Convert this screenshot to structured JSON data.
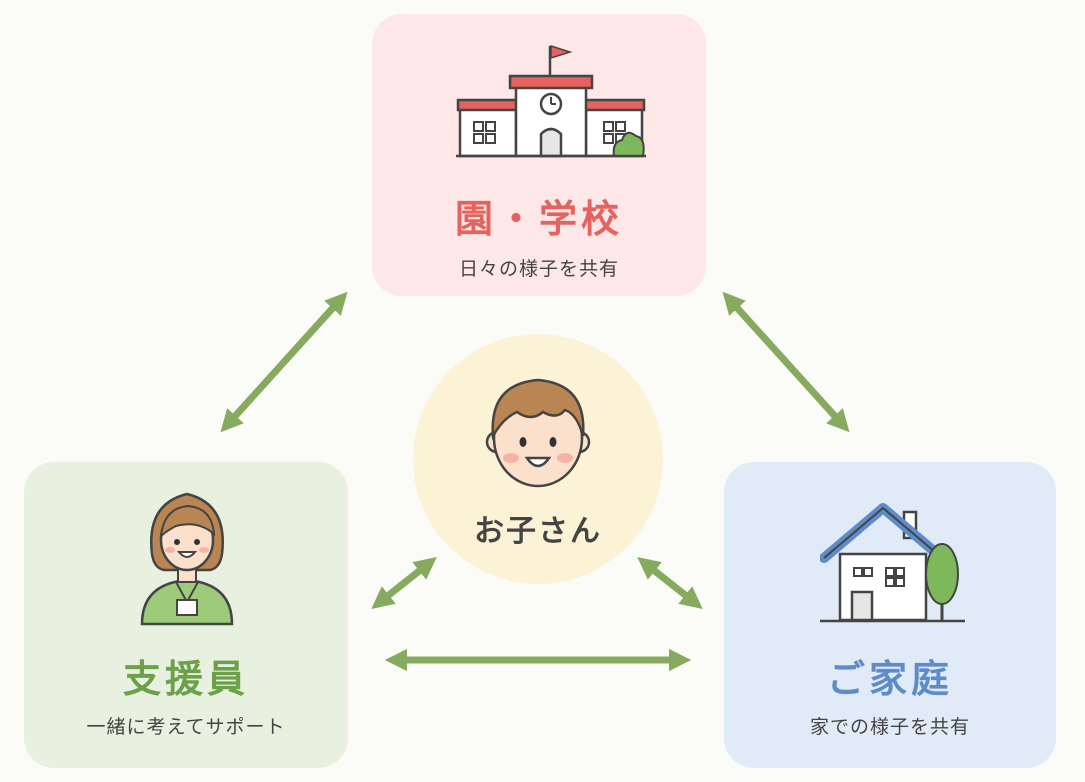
{
  "colors": {
    "school_bg": "#fde7e7",
    "school_accent": "#e5625f",
    "support_bg": "#e8f1df",
    "support_accent": "#6da04a",
    "home_bg": "#e1ebf7",
    "home_accent": "#5d8cc9",
    "child_bg": "#fcf2d6",
    "arrow": "#86ab5e"
  },
  "school": {
    "title": "園・学校",
    "subtitle": "日々の様子を共有",
    "icon": "school-building-icon"
  },
  "support": {
    "title": "支援員",
    "subtitle": "一緒に考えてサポート",
    "icon": "staff-person-icon"
  },
  "home": {
    "title": "ご家庭",
    "subtitle": "家での様子を共有",
    "icon": "house-icon"
  },
  "child": {
    "title": "お子さん",
    "icon": "child-face-icon"
  },
  "connections": [
    {
      "from": "school",
      "to": "support",
      "type": "bidirectional"
    },
    {
      "from": "school",
      "to": "home",
      "type": "bidirectional"
    },
    {
      "from": "support",
      "to": "home",
      "type": "bidirectional"
    },
    {
      "from": "child",
      "to": "support",
      "type": "bidirectional"
    },
    {
      "from": "child",
      "to": "home",
      "type": "bidirectional"
    }
  ]
}
